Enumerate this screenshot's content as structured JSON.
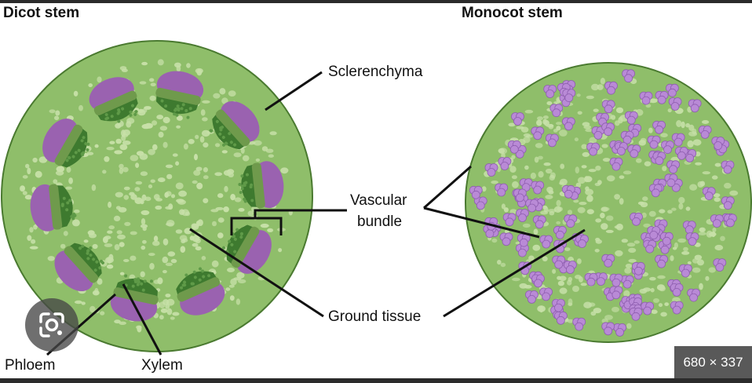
{
  "titles": {
    "dicot": "Dicot stem",
    "monocot": "Monocot stem"
  },
  "labels": {
    "sclerenchyma": "Sclerenchyma",
    "vascular_line1": "Vascular",
    "vascular_line2": "bundle",
    "ground_tissue": "Ground tissue",
    "phloem": "Phloem",
    "xylem": "Xylem"
  },
  "overlay": {
    "image_size": "680 × 337",
    "lens_icon": "google-lens-icon"
  },
  "colors": {
    "ground": "#8fbe6a",
    "outline": "#4a7a30",
    "pith_cell": "#c7e0a8",
    "xylem": "#3e7a2f",
    "cambium_band": "#6f9a4c",
    "phloem": "#9a62b0",
    "mono_bundle": "#b98ad6"
  }
}
